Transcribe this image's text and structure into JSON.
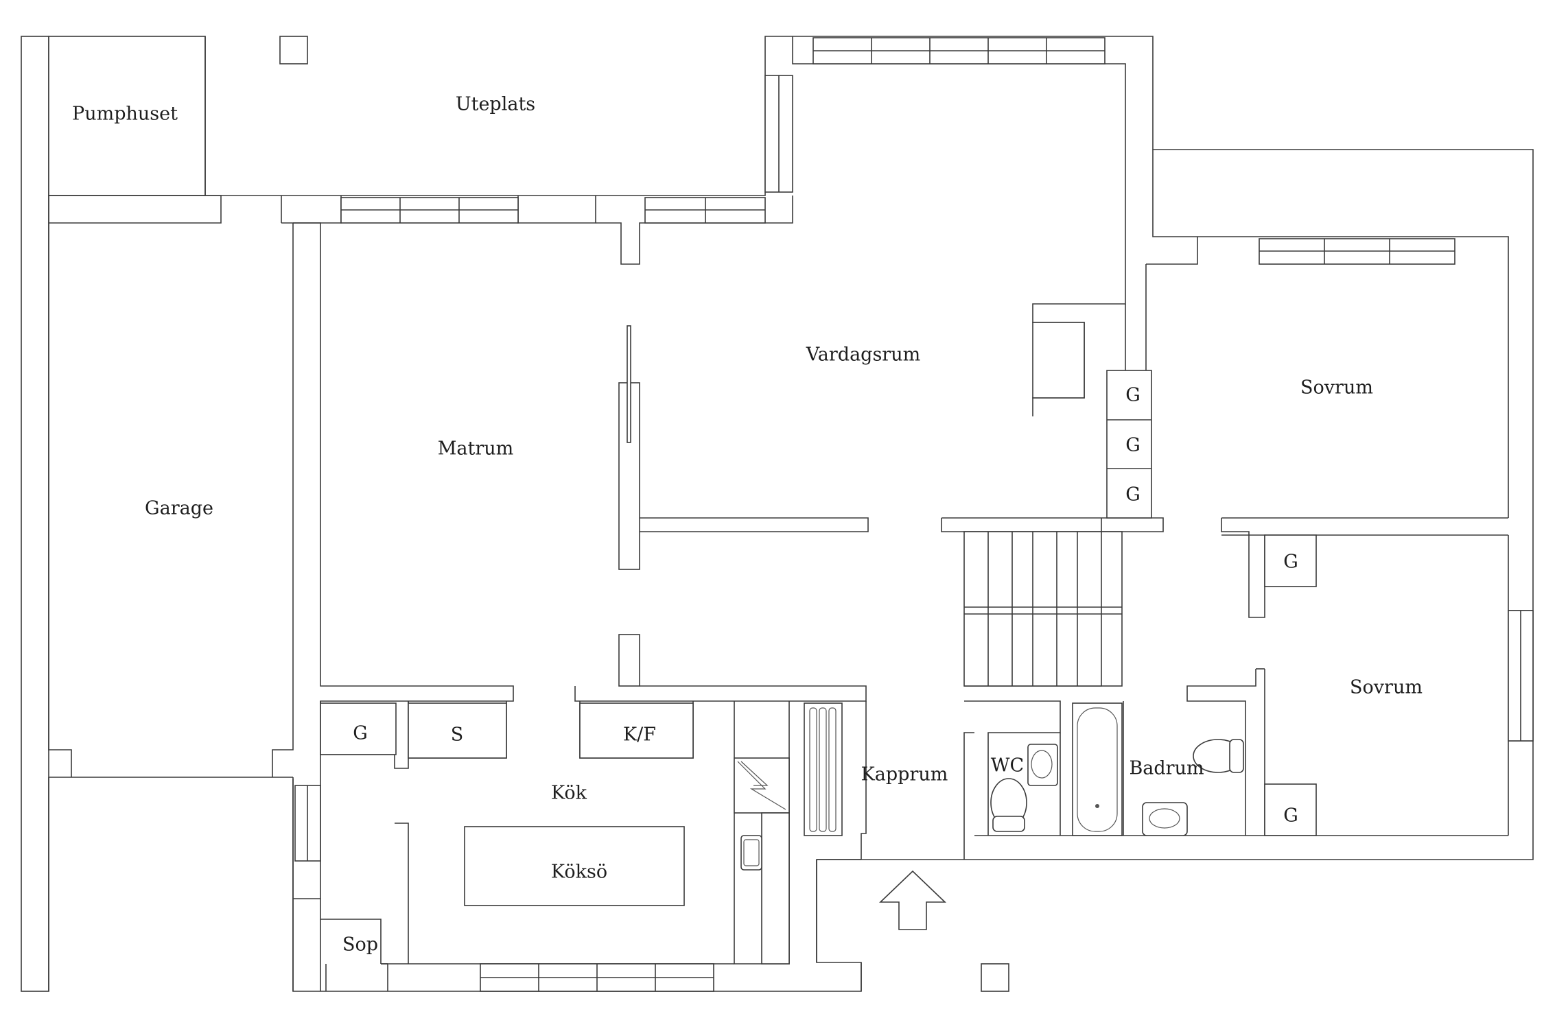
{
  "rooms": {
    "pumphuset": "Pumphuset",
    "uteplats": "Uteplats",
    "garage": "Garage",
    "matrum": "Matrum",
    "vardagsrum": "Vardagsrum",
    "sovrum_1": "Sovrum",
    "sovrum_2": "Sovrum",
    "kok": "Kök",
    "koksö": "Köksö",
    "kapprum": "Kapprum",
    "wc": "WC",
    "badrum": "Badrum",
    "sop": "Sop"
  },
  "storage": {
    "g_1": "G",
    "g_2": "G",
    "g_3": "G",
    "g_4": "G",
    "g_5": "G",
    "g_kok": "G",
    "s_kok": "S",
    "kf": "K/F"
  },
  "icons": {
    "entrance": "entrance-arrow-icon"
  }
}
